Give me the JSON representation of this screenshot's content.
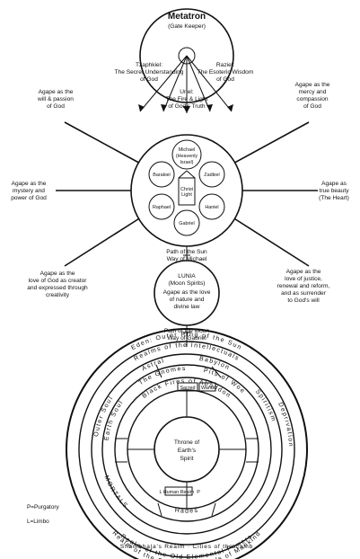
{
  "metatron": {
    "title": "Metatron",
    "subtitle": "(Gate Keeper)"
  },
  "upper": {
    "tzaphkiel": [
      "Tzaphkiel:",
      "The Secret Understanding",
      "of God"
    ],
    "raziel": [
      "Raziel:",
      "The Esoteric Wisdom",
      "of God"
    ],
    "uriel": [
      "Uriel:",
      "The Fire & Light",
      "of God's Truth"
    ]
  },
  "agape": {
    "will": [
      "Agape as the",
      "will & passion",
      "of God"
    ],
    "mercy": [
      "Agape as the",
      "mercy and",
      "compassion",
      "of God"
    ],
    "mystery": [
      "Agape as the",
      "mystery and",
      "power of God"
    ],
    "beauty": [
      "Agape as",
      "true beauty",
      "(The Heart)"
    ],
    "creator": [
      "Agape as the",
      "love of God as creator",
      "and expressed through",
      "creativity"
    ],
    "justice": [
      "Agape as the",
      "love of justice,",
      "renewal and reform,",
      "and as surrender",
      "to God's will"
    ]
  },
  "sun_wheel": {
    "michael": [
      "Michael",
      "(Heavenly",
      "Israel)"
    ],
    "zadkiel": "Zadkiel",
    "barakiel": "Barakiel",
    "haniel": "Haniel",
    "raphael": "Raphael",
    "gabriel": "Gabriel",
    "center": [
      "Christ",
      "Light"
    ]
  },
  "paths": {
    "sun": [
      "Path of the Sun",
      "Way of Michael"
    ],
    "moon": [
      "Path of the Moon",
      "Way of Gabriel"
    ]
  },
  "lunia": {
    "lines": [
      "LUNIA",
      "(Moon Spirits)",
      "Agape as the love",
      "of nature and",
      "divine law"
    ]
  },
  "earth": {
    "ring1": "Eden: Outer Ring of the Sun",
    "ring2": "Realms of the Intellectuals",
    "astral": "Astral",
    "babylon": "Babylon",
    "spiritism": "Spiritism",
    "wand": "Wand",
    "sacred": "Sacred",
    "deprivations": "Deprivations",
    "gnomes": "The Gnomes",
    "pits": "Pits of Woe",
    "fires": "Black Fires of Abaddon",
    "hades": "Hades",
    "ring_lower1": "Realm of the Collective Ideals of Mankind",
    "ring_lower2": "Realm of the Old Elemental Powers",
    "ring_lower3": "Shambhala's Realm · Cities of the Lamb",
    "left1": "Outer Soul",
    "left2": "Earth Soul",
    "mortals": "MORTALS",
    "limbo": "L",
    "human_realm": "Human Realm",
    "purgatory_p": "P",
    "center": [
      "Throne of",
      "Earth's",
      "Spirit"
    ]
  },
  "legend": {
    "purgatory": "P=Purgatory",
    "limbo": "L=Limbo"
  }
}
